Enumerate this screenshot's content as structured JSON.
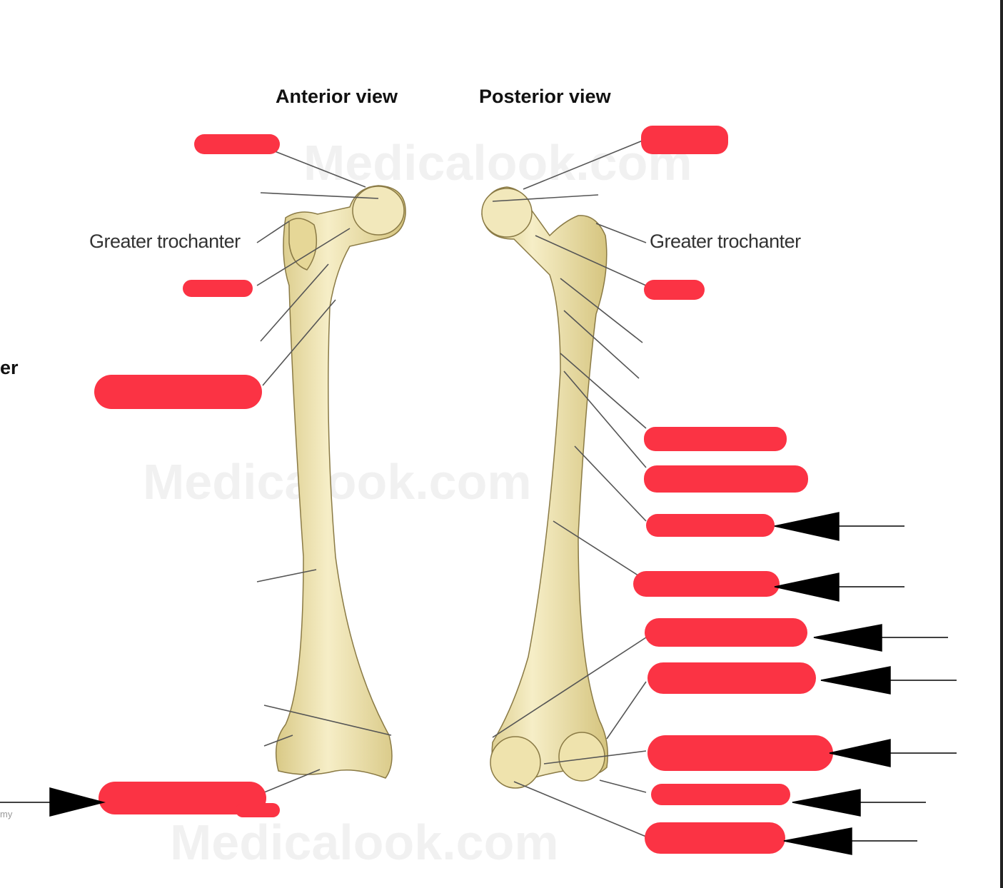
{
  "titles": {
    "anterior": "Anterior view",
    "posterior": "Posterior view"
  },
  "labels": {
    "anterior_greater_trochanter": "Greater trochanter",
    "posterior_greater_trochanter": "Greater trochanter",
    "left_cut_text": "er",
    "left_footer_text": "my"
  },
  "watermark": {
    "text": "Medicalook.com"
  },
  "colors": {
    "redaction": "#fb3344",
    "bone": "#f3e8b8",
    "bone_shade": "#d9c986",
    "leader_line": "#555555",
    "arrow": "#000000"
  }
}
